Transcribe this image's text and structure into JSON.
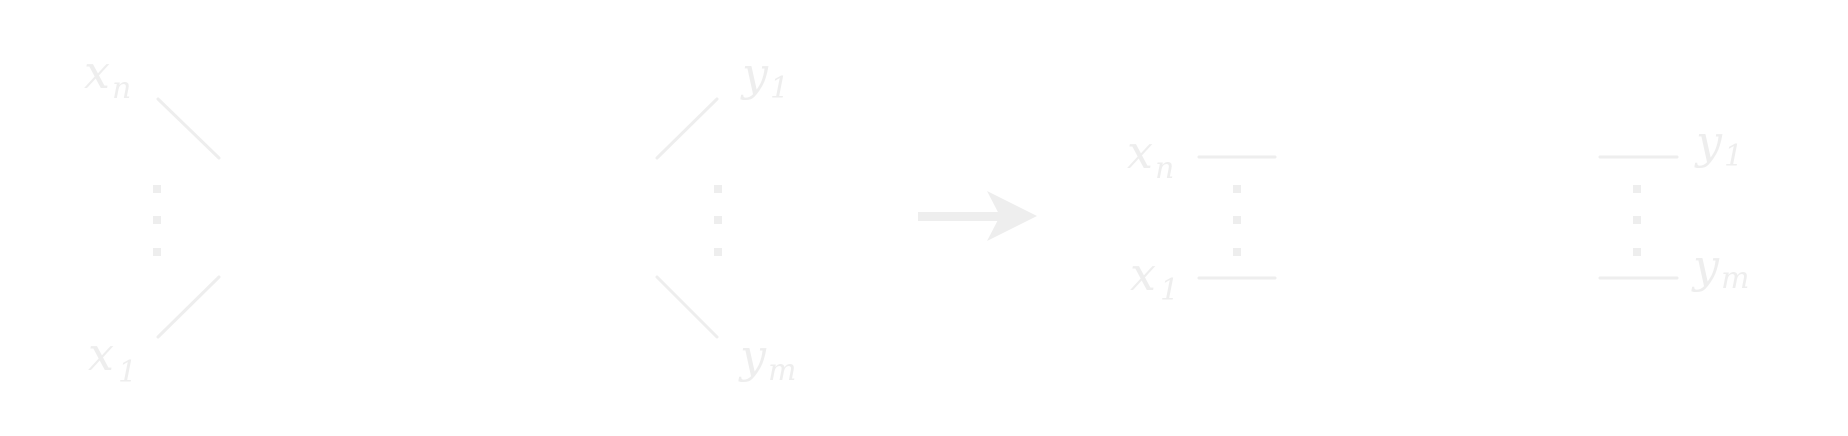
{
  "colors": {
    "ink": "#eeeeee",
    "background": "#ffffff"
  },
  "left_part": {
    "top_var": "x",
    "top_sub": "n",
    "bottom_var": "x",
    "bottom_sub": "1"
  },
  "right_part": {
    "top_var": "y",
    "top_sub": "1",
    "bottom_var": "y",
    "bottom_sub": "m"
  },
  "result_left": {
    "top_var": "x",
    "top_sub": "n",
    "bottom_var": "x",
    "bottom_sub": "1"
  },
  "result_right": {
    "top_var": "y",
    "top_sub": "1",
    "bottom_var": "y",
    "bottom_sub": "m"
  },
  "arrow_icon": "right-arrow-icon"
}
